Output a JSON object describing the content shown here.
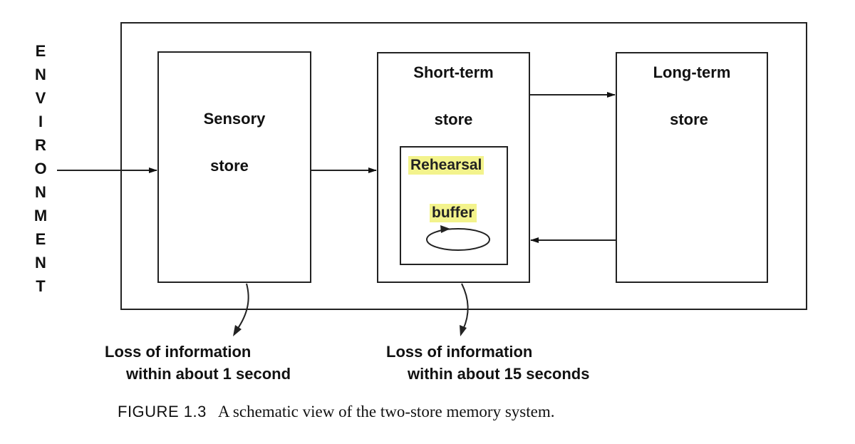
{
  "environment_letters": [
    "E",
    "N",
    "V",
    "I",
    "R",
    "O",
    "N",
    "M",
    "E",
    "N",
    "T"
  ],
  "sensory_store": {
    "line1": "Sensory",
    "line2": "store"
  },
  "short_term_store": {
    "line1": "Short-term",
    "line2": "store"
  },
  "rehearsal_buffer": {
    "line1": "Rehearsal",
    "line2": "buffer",
    "highlight_color": "#f3f38c"
  },
  "long_term_store": {
    "line1": "Long-term",
    "line2": "store"
  },
  "sensory_loss": {
    "line1": "Loss of information",
    "line2": "within about 1 second"
  },
  "short_term_loss": {
    "line1": "Loss of information",
    "line2": "within about 15 seconds"
  },
  "caption": {
    "label": "FIGURE 1.3",
    "text": "A schematic view of the two-store memory system."
  }
}
